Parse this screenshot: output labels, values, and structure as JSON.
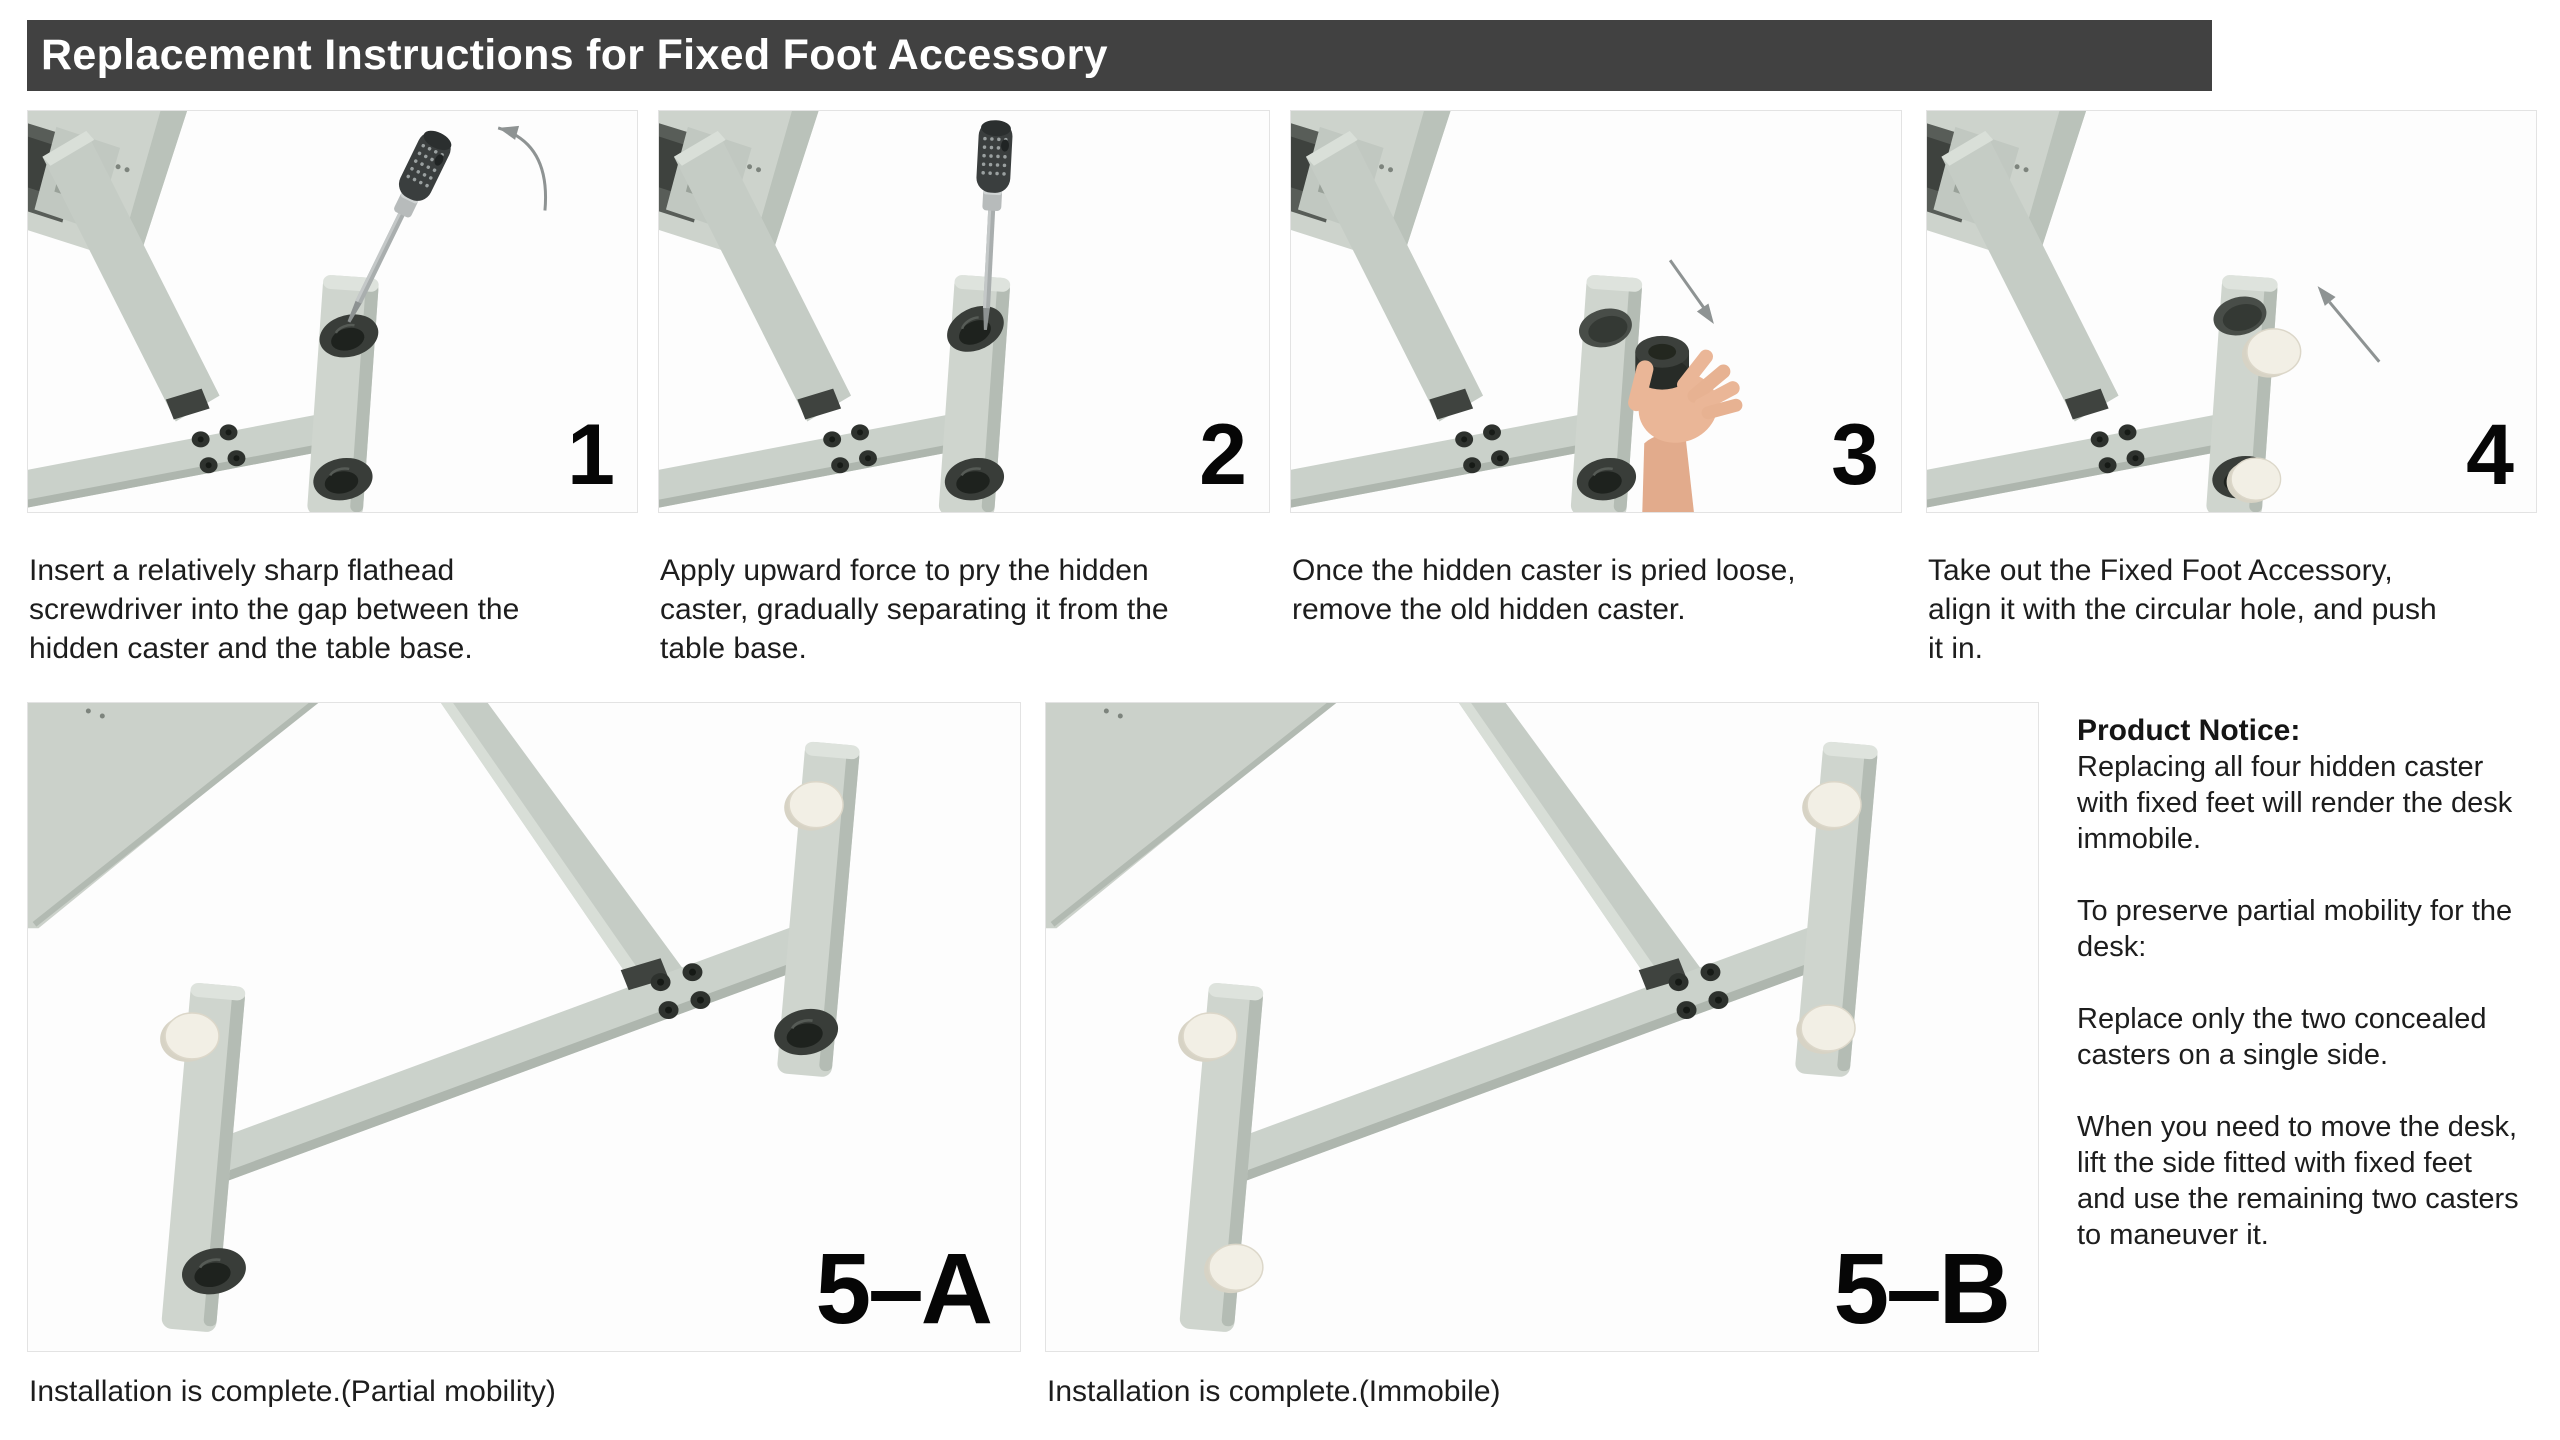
{
  "header": {
    "title": "Replacement Instructions for Fixed Foot Accessory"
  },
  "steps": [
    {
      "number": "1",
      "caption": "Insert a relatively sharp flathead screwdriver into the gap between the hidden caster and the table base."
    },
    {
      "number": "2",
      "caption": "Apply upward force to pry the hidden caster, gradually separating it from the table base."
    },
    {
      "number": "3",
      "caption": "Once the hidden caster is pried loose, remove the old hidden caster."
    },
    {
      "number": "4",
      "caption": "Take out the Fixed Foot Accessory, align it with the circular hole, and push it in."
    }
  ],
  "results": [
    {
      "number": "5–A",
      "caption": "Installation is complete.(Partial mobility)"
    },
    {
      "number": "5–B",
      "caption": "Installation is complete.(Immobile)"
    }
  ],
  "product_notice": {
    "heading": "Product Notice:",
    "paragraphs": [
      "Replacing all four hidden caster with fixed feet will render the desk immobile.",
      "To preserve partial mobility for the desk:",
      "Replace only the two concealed casters on a single side.",
      "When you need to move the desk, lift the side fitted with fixed feet and use the remaining two casters to maneuver it."
    ]
  },
  "colors": {
    "header_bg": "#414141",
    "header_text": "#ffffff",
    "panel_border": "#e3e3e3",
    "frame_gray": "#c9d0c8",
    "caster_dark": "#3a3e3a",
    "fixed_foot_white": "#f2efe5",
    "arrow_gray": "#8e9393",
    "body_text": "#1d1d1d"
  }
}
